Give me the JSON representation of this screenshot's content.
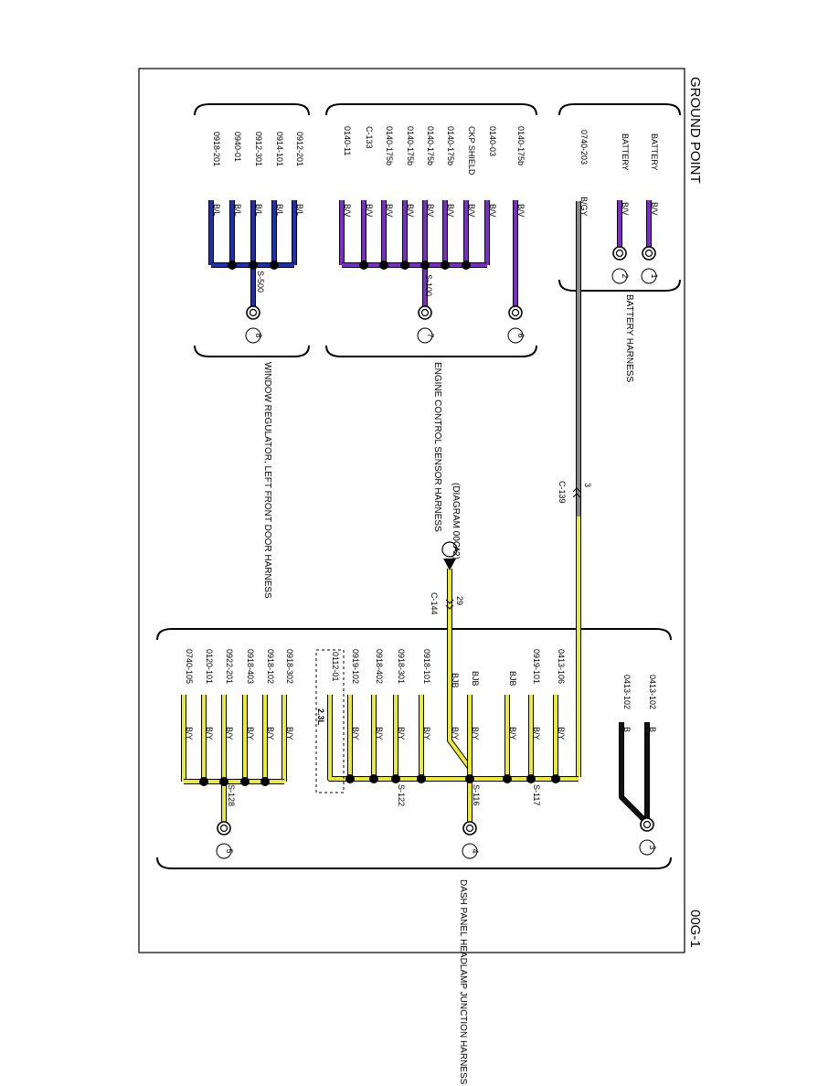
{
  "page": {
    "title": "GROUND POINT",
    "code": "00G-1"
  },
  "colors": {
    "purple": "#7a2dc8",
    "blue": "#1f2fb4",
    "yellow": "#ecec2c",
    "gray": "#8a8a8a",
    "black": "#111111"
  },
  "harnesses": [
    {
      "label": "BATTERY HARNESS"
    },
    {
      "label": "ENGINE CONTROL SENSOR HARNESS"
    },
    {
      "label": "WINDOW REGULATOR, LEFT FRONT DOOR HARNESS"
    },
    {
      "label": "DASH PANEL HEADLAMP JUNCTION HARNESS"
    }
  ],
  "ground_points": [
    "1",
    "2",
    "3",
    "4",
    "5",
    "6",
    "7",
    "8"
  ],
  "splices": [
    "S-100",
    "S-500",
    "S-116",
    "S-117",
    "S-122",
    "S-128"
  ],
  "connectors": [
    {
      "name": "C-139",
      "pin": "3"
    },
    {
      "name": "C-144",
      "pin": "29"
    }
  ],
  "offpage": {
    "letter": "A",
    "ref": "(DIAGRAM 00G-2)"
  },
  "option_label": "2.3L",
  "wires": [
    {
      "id": "BATTERY",
      "color": "B/V"
    },
    {
      "id": "BATTERY",
      "color": "B/V"
    },
    {
      "id": "0740-203",
      "color": "B/GY"
    },
    {
      "id": "0140-175b",
      "color": "B/V"
    },
    {
      "id": "0140-03",
      "color": "B/V"
    },
    {
      "id": "CKP SHIELD",
      "color": "B/V"
    },
    {
      "id": "0140-175b",
      "color": "B/V"
    },
    {
      "id": "0140-175b",
      "color": "B/V"
    },
    {
      "id": "0140-175b",
      "color": "B/V"
    },
    {
      "id": "0140-175b",
      "color": "B/V"
    },
    {
      "id": "C-133",
      "color": "B/V"
    },
    {
      "id": "0140-11",
      "color": "B/V"
    },
    {
      "id": "0912-201",
      "color": "B/L"
    },
    {
      "id": "0914-101",
      "color": "B/L"
    },
    {
      "id": "0912-301",
      "color": "B/L"
    },
    {
      "id": "0940-01",
      "color": "B/L"
    },
    {
      "id": "0918-201",
      "color": "B/L"
    },
    {
      "id": "0413-102",
      "color": "B"
    },
    {
      "id": "0413-102",
      "color": "B"
    },
    {
      "id": "0413-106",
      "color": "B/Y"
    },
    {
      "id": "0919-101",
      "color": "B/Y"
    },
    {
      "id": "BJB",
      "color": "B/Y"
    },
    {
      "id": "BJB",
      "color": "B/Y"
    },
    {
      "id": "0918-101",
      "color": "B/Y"
    },
    {
      "id": "0918-301",
      "color": "B/Y"
    },
    {
      "id": "0918-402",
      "color": "B/Y"
    },
    {
      "id": "0919-102",
      "color": "B/Y"
    },
    {
      "id": "0112-01",
      "color": ""
    },
    {
      "id": "0918-302",
      "color": "B/Y"
    },
    {
      "id": "0918-102",
      "color": "B/Y"
    },
    {
      "id": "0918-403",
      "color": "B/Y"
    },
    {
      "id": "0922-201",
      "color": "B/Y"
    },
    {
      "id": "0120-101",
      "color": "B/Y"
    },
    {
      "id": "0740-105",
      "color": "B/Y"
    }
  ]
}
